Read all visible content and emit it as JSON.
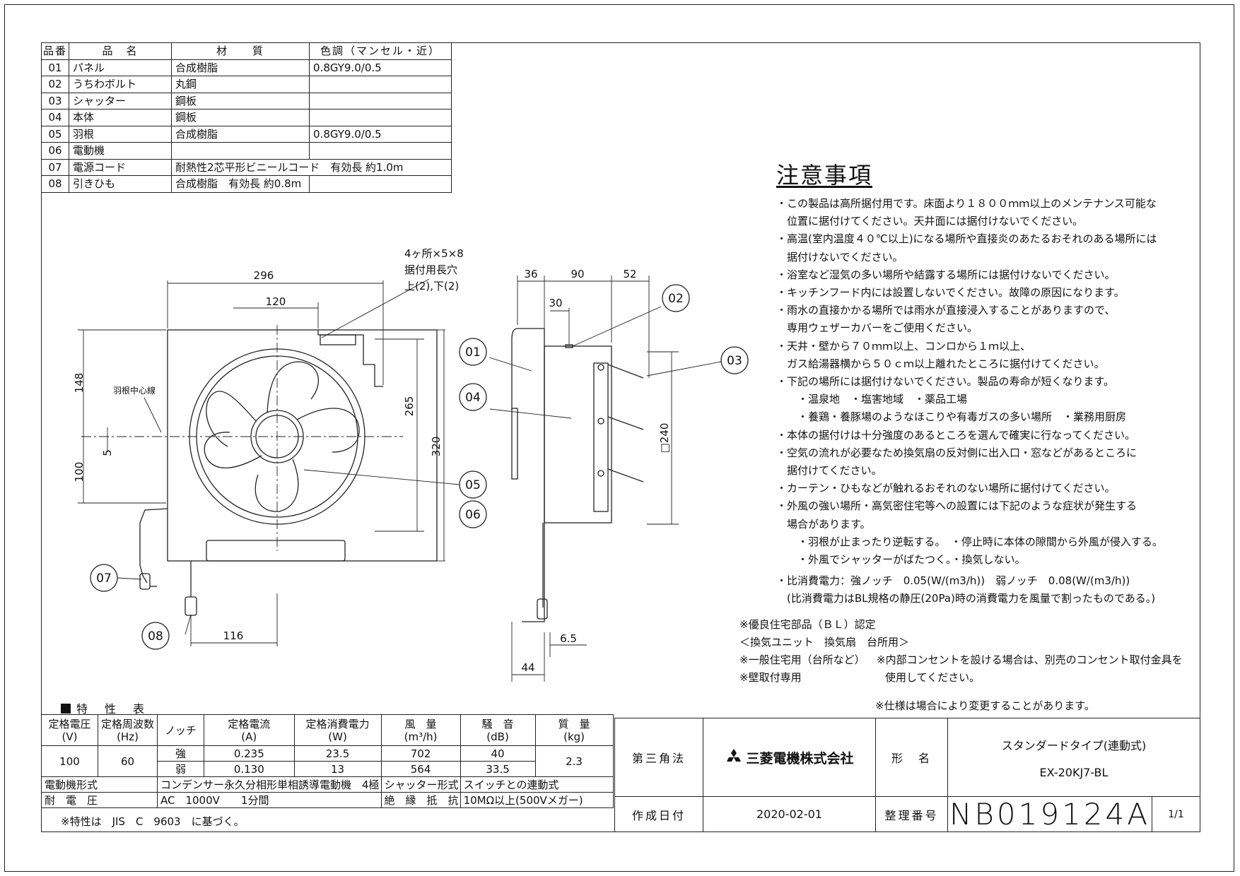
{
  "parts_table": {
    "headers": [
      "品番",
      "品　名",
      "材　　質",
      "色調（マンセル・近）"
    ],
    "rows": [
      [
        "01",
        "パネル",
        "合成樹脂",
        "0.8GY9.0/0.5"
      ],
      [
        "02",
        "うちわボルト",
        "丸鋼",
        ""
      ],
      [
        "03",
        "シャッター",
        "鋼板",
        ""
      ],
      [
        "04",
        "本体",
        "鋼板",
        ""
      ],
      [
        "05",
        "羽根",
        "合成樹脂",
        "0.8GY9.0/0.5"
      ],
      [
        "06",
        "電動機",
        "",
        ""
      ],
      [
        "07",
        "電源コード",
        "耐熱性2芯平形ビニールコード　有効長 約1.0m",
        ""
      ],
      [
        "08",
        "引きひも",
        "合成樹脂　有効長 約0.8m",
        ""
      ]
    ]
  },
  "front_view": {
    "dims": {
      "width": "296",
      "hole_offset": "120",
      "top_to_center": "148",
      "bottom_to_center": "100",
      "center_offset": "5",
      "height": "320",
      "hole_pitch": "265",
      "cord_offset": "116"
    },
    "hole_note": [
      "4ヶ所×5×8",
      "据付用長穴",
      "上(2),下(2)"
    ],
    "center_line_label": "羽根中心線"
  },
  "side_view": {
    "dims": {
      "d1": "36",
      "d2": "90",
      "d3": "52",
      "d4": "30",
      "square": "□240",
      "d5": "6.5",
      "d6": "44"
    }
  },
  "callouts": [
    "01",
    "02",
    "03",
    "04",
    "05",
    "06",
    "07",
    "08"
  ],
  "notes": {
    "title": "注意事項",
    "lines": [
      "・この製品は高所据付用です。床面より１８００ｍｍ以上のメンテナンス可能な",
      "　位置に据付けてください。天井面には据付けないでください。",
      "・高温(室内温度４０℃以上)になる場所や直接炎のあたるおそれのある場所には",
      "　据付けないでください。",
      "・浴室など湿気の多い場所や結露する場所には据付けないでください。",
      "・キッチンフード内には設置しないでください。故障の原因になります。",
      "・雨水の直接かかる場所では雨水が直接浸入することがありますので、",
      "　専用ウェザーカバーをご使用ください。",
      "・天井・壁から７０ｍｍ以上、コンロから１ｍ以上、",
      "　ガス給湯器横から５０ｃｍ以上離れたところに据付けてください。",
      "・下記の場所には据付けないでください。製品の寿命が短くなります。",
      "　　・温泉地　・塩害地域　・薬品工場",
      "　　・養鶏・養豚場のようなほこりや有毒ガスの多い場所　・業務用厨房",
      "・本体の据付けは十分強度のあるところを選んで確実に行なってください。",
      "・空気の流れが必要なため換気扇の反対側に出入口・窓などがあるところに",
      "　据付けてください。",
      "・カーテン・ひもなどが触れるおそれのない場所に据付けてください。",
      "・外風の強い場所・高気密住宅等への設置には下記のような症状が発生する",
      "　場合があります。",
      "　　・羽根が止まったり逆転する。　・停止時に本体の隙間から外風が侵入する。",
      "　　・外風でシャッターがばたつく。・換気しない。"
    ],
    "power_lines": [
      "・比消費電力：強ノッチ　0.05(W/(m3/h))　弱ノッチ　0.08(W/(m3/h))",
      "　(比消費電力はBL規格の静圧(20Pa)時の消費電力を風量で割ったものである。)"
    ]
  },
  "bl_notes": {
    "l1": "※優良住宅部品（ＢＬ）認定",
    "l2": "＜換気ユニット　換気扇　台所用＞",
    "l3": "※一般住宅用（台所など）",
    "l4": "※壁取付専用",
    "r1": "※内部コンセントを設ける場合は、別売のコンセント取付金具を",
    "r2": "使用してください。",
    "change": "※仕様は場合により変更することがあります。"
  },
  "spec_table": {
    "title": "特　性　表",
    "headers": {
      "voltage": "定格電圧",
      "voltage_unit": "(V)",
      "freq": "定格周波数",
      "freq_unit": "(Hz)",
      "notch": "ノッチ",
      "current": "定格電流",
      "current_unit": "(A)",
      "power": "定格消費電力",
      "power_unit": "(W)",
      "airflow": "風　量",
      "airflow_unit": "(m³/h)",
      "noise": "騒　音",
      "noise_unit": "(dB)",
      "mass": "質　量",
      "mass_unit": "(kg)"
    },
    "voltage": "100",
    "freq": "60",
    "mass": "2.3",
    "rows": [
      {
        "notch": "強",
        "current": "0.235",
        "power": "23.5",
        "airflow": "702",
        "noise": "40"
      },
      {
        "notch": "弱",
        "current": "0.130",
        "power": "13",
        "airflow": "564",
        "noise": "33.5"
      }
    ],
    "motor_label": "電動機形式",
    "motor_value": "コンデンサー永久分相形単相誘導電動機　4極",
    "shutter_label": "シャッター形式",
    "shutter_value": "スイッチとの連動式",
    "withstand_label": "耐　電　圧",
    "withstand_value": "AC　1000V　　1分間",
    "insulation_label": "絶　縁　抵　抗",
    "insulation_value": "10MΩ以上(500Vメガー)",
    "note": "※特性は　JIS　C　9603　に基づく。"
  },
  "title_block": {
    "projection": "第三角法",
    "company": "三菱電機株式会社",
    "model_label": "形　名",
    "type": "スタンダードタイプ(連動式)",
    "model": "EX-20KJ7-BL",
    "date_label": "作成日付",
    "date": "2020-02-01",
    "number_label": "整理番号",
    "number": "NB019124A",
    "sheet": "1/1"
  }
}
